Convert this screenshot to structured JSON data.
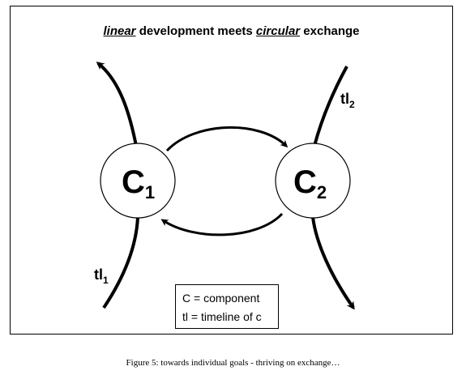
{
  "title": {
    "part1": "linear",
    "part2": " development meets ",
    "part3": "circular",
    "part4": " exchange"
  },
  "nodes": [
    {
      "letter": "C",
      "sub": "1"
    },
    {
      "letter": "C",
      "sub": "2"
    }
  ],
  "timelines": [
    {
      "letter": "tl",
      "sub": "1"
    },
    {
      "letter": "tl",
      "sub": "2"
    }
  ],
  "legend": {
    "line1": "C = component",
    "line2": "tl = timeline of c"
  },
  "caption": "Figure 5: towards individual goals - thriving on exchange…"
}
